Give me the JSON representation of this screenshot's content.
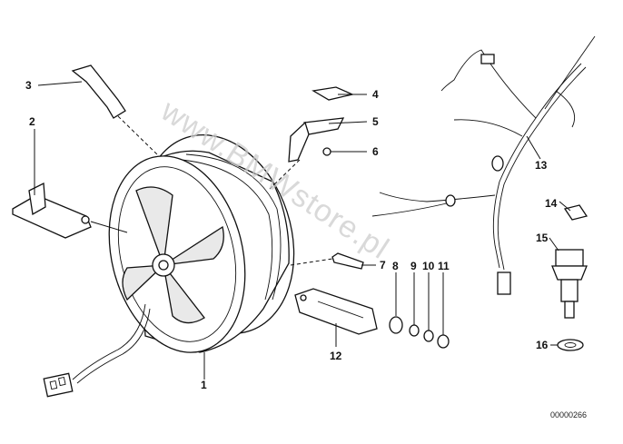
{
  "diagram": {
    "watermark": "www.BMWstore.pl",
    "image_code": "00000266",
    "callouts": [
      "1",
      "2",
      "3",
      "4",
      "5",
      "6",
      "7",
      "8",
      "9",
      "10",
      "11",
      "12",
      "13",
      "14",
      "15",
      "16"
    ]
  }
}
